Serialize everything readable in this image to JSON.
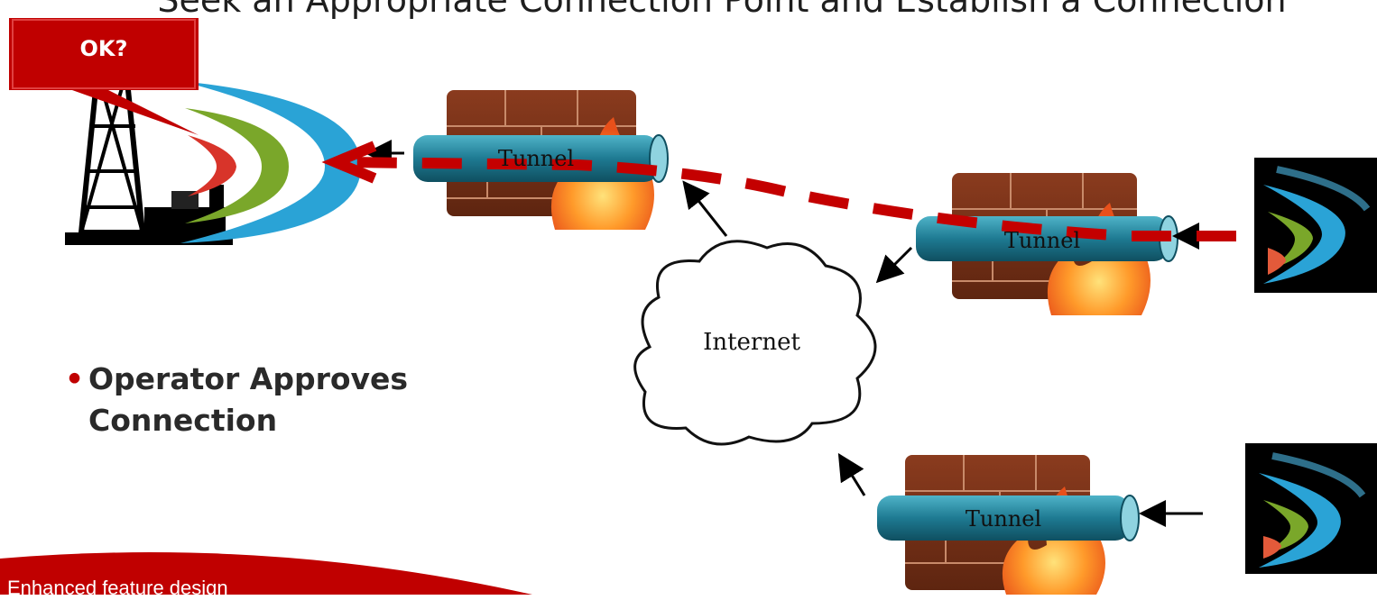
{
  "slide": {
    "title": "Seek an Appropriate Connection Point and Establish a Connection",
    "callout": "OK?",
    "bullet": "Operator Approves Connection",
    "footer": "Enhanced feature design"
  },
  "diagram": {
    "cloud_label": "Internet",
    "tunnels": [
      {
        "label": "Tunnel"
      },
      {
        "label": "Tunnel"
      },
      {
        "label": "Tunnel"
      }
    ]
  }
}
